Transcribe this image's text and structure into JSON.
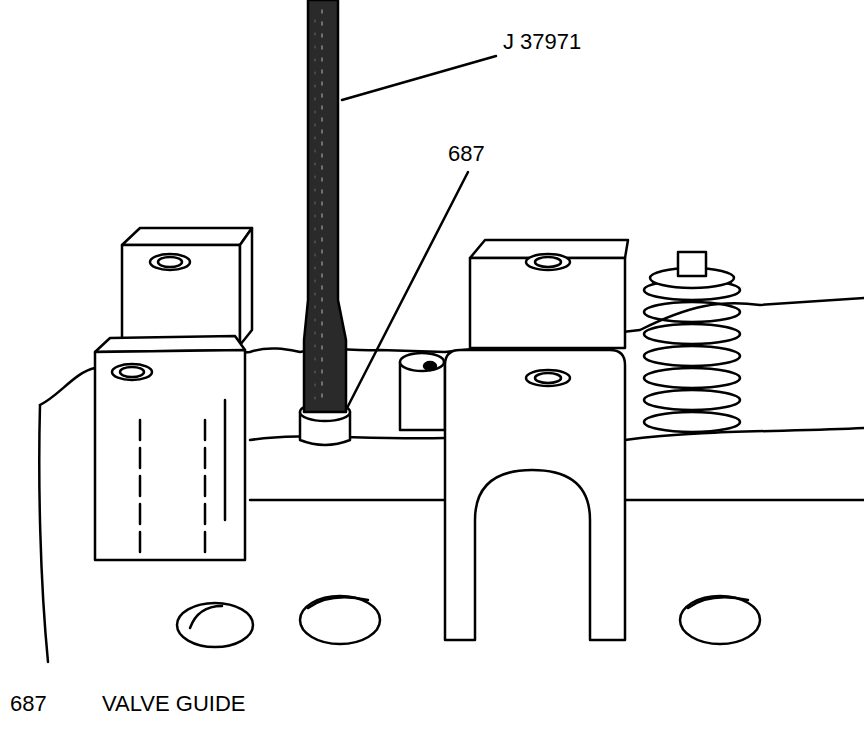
{
  "diagram": {
    "labels": [
      "J 37971",
      "687",
      "687",
      "VALVE GUIDE"
    ]
  }
}
